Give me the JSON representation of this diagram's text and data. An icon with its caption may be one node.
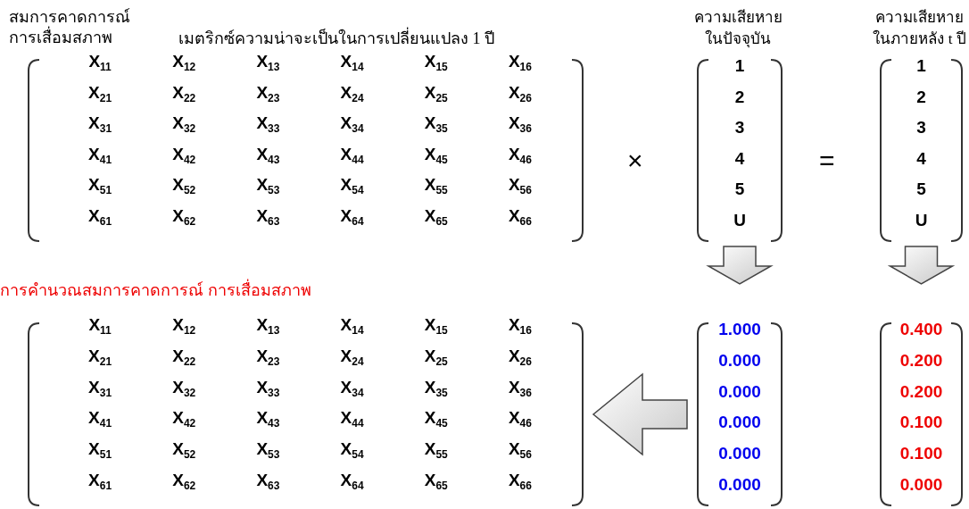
{
  "diagram": {
    "nodes": [
      {
        "text": [
          "X$_{11}$",
          "X$_{12}$",
          "X$_{13}$",
          "X$_{14}$",
          "X$_{15}$",
          "X$_{16}$",
          "X$_{21}$",
          "X$_{22}$",
          "X$_{23}$",
          "X$_{24}$",
          "X$_{25}$",
          "X$_{26}$",
          "X$_{31}$",
          "X$_{32}$",
          "X$_{33}$",
          "X$_{34}$",
          "X$_{35}$",
          "X$_{36}$",
          "X$_{41}$",
          "X$_{42}$",
          "X$_{43}$",
          "X$_{44}$",
          "X$_{45}$",
          "X$_{46}$",
          "X$_{51}$",
          "X$_{52}$",
          "X$_{53}$",
          "X$_{54}$",
          "X$_{55}$",
          "X$_{56}$",
          "X$_{61}$",
          "X$_{62}$",
          "X$_{63}$",
          "X$_{64}$",
          "X$_{65}$",
          "X$_{66}$"
        ],
        "beside": [
          "เมตริกซ์ความน่าจะเป็นในการเปลี่ยนแปลง 1 ปี"
        ]
      },
      {
        "text": [
          "ความเสียหาย ในปัจจุบัน",
          "1",
          "2",
          "3",
          "4",
          "5",
          "U"
        ]
      },
      {
        "text": [
          "ความเสียหาย ในภายหลัง t ปี",
          "1",
          "2",
          "3",
          "4",
          "5",
          "U"
        ]
      },
      {
        "text": [
          "X$_{11}$",
          "X$_{12}$",
          "X$_{13}$",
          "X$_{14}$",
          "X$_{15}$",
          "X$_{16}$",
          "X$_{21}$",
          "X$_{22}$",
          "X$_{23}$",
          "X$_{24}$",
          "X$_{25}$",
          "X$_{26}$",
          "X$_{31}$",
          "X$_{32}$",
          "X$_{33}$",
          "X$_{34}$",
          "X$_{35}$",
          "X$_{36}$",
          "X$_{41}$",
          "X$_{42}$",
          "X$_{43}$",
          "X$_{44}$",
          "X$_{45}$",
          "X$_{46}$",
          "X$_{51}$",
          "X$_{52}$",
          "X$_{53}$",
          "X$_{54}$",
          "X$_{55}$",
          "X$_{56}$",
          "X$_{61}$",
          "X$_{62}$",
          "X$_{63}$",
          "X$_{64}$",
          "X$_{65}$",
          "X$_{66}$"
        ]
      },
      {
        "text": [
          "1.000",
          "0.000",
          "0.000",
          "0.000",
          "0.000",
          "0.000"
        ]
      },
      {
        "text": [
          "0.400",
          "0.200",
          "0.200",
          "0.100",
          "0.100",
          "0.000"
        ]
      }
    ],
    "edges": [
      {
        "from": 1,
        "to": 4,
        "arrow": "to"
      },
      {
        "from": 2,
        "to": 5,
        "arrow": "to"
      },
      {
        "from": 4,
        "to": 3,
        "arrow": "to"
      }
    ],
    "labels": [
      "สมการคาดการณ์ การเสื่อมสภาพ",
      "×",
      "=",
      "การคำนวณสมการคาดการณ์ การเสื่อมสภาพ"
    ]
  }
}
